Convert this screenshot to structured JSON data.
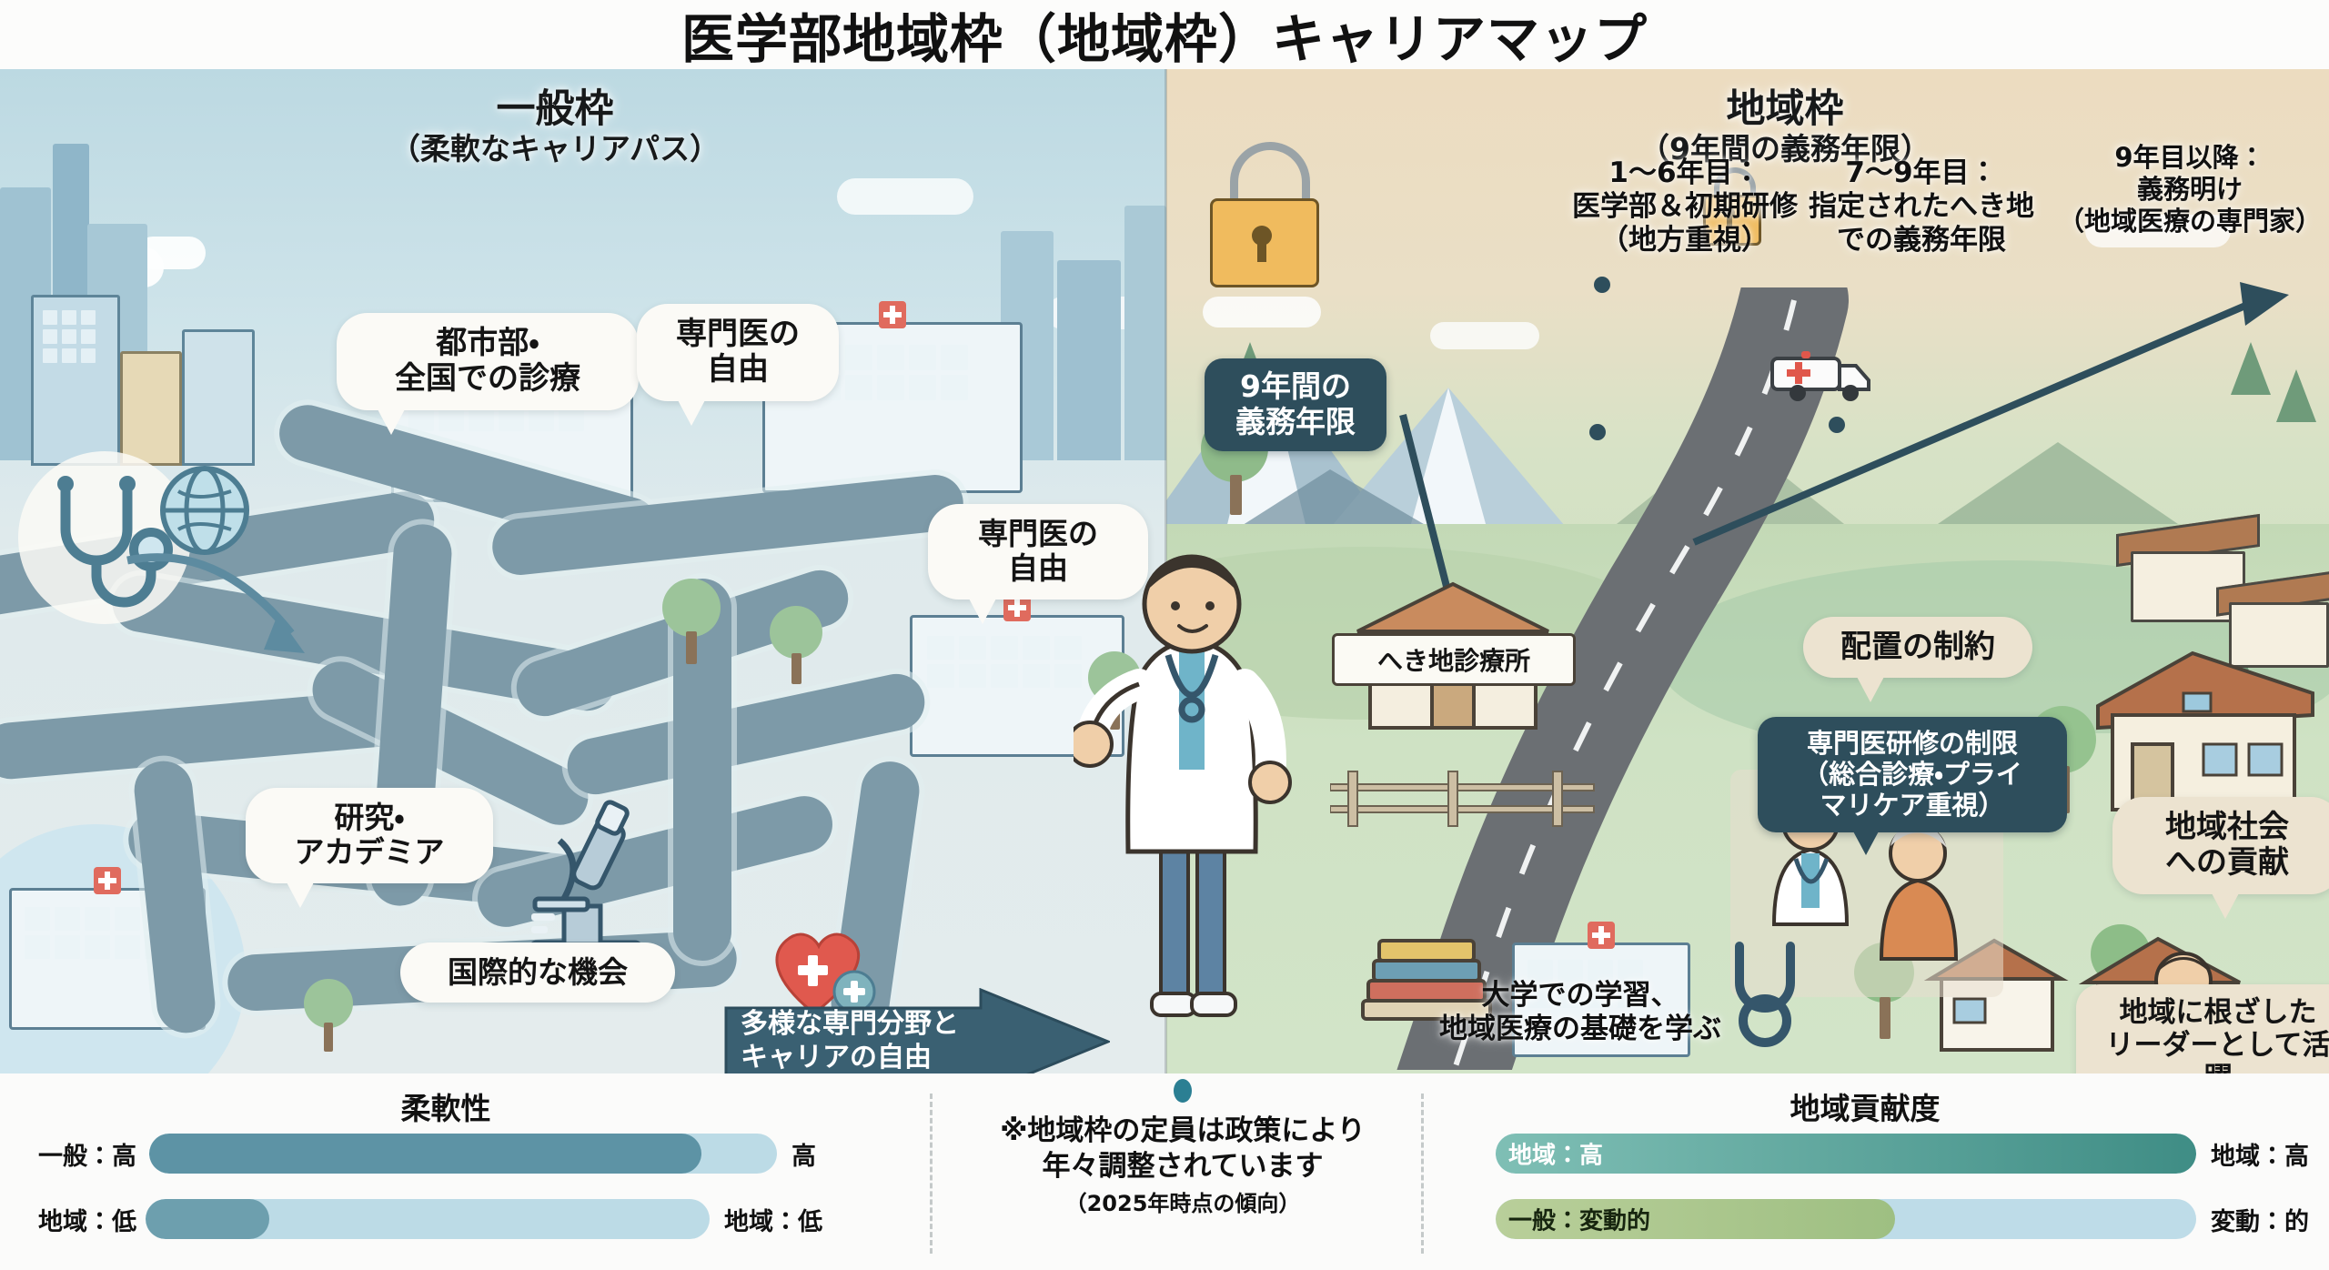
{
  "title": "医学部地域枠（地域枠）キャリアマップ",
  "left": {
    "heading_main": "一般枠",
    "heading_sub": "（柔軟なキャリアパス）",
    "bubbles": [
      {
        "name": "urban-practice",
        "text_line1": "都市部・",
        "text_line2": "全国での診療"
      },
      {
        "name": "specialist-freedom-top",
        "text_line1": "専門医の",
        "text_line2": "自由"
      },
      {
        "name": "specialist-freedom-mid",
        "text_line1": "専門医の",
        "text_line2": "自由"
      },
      {
        "name": "research-academia",
        "text_line1": "研究・",
        "text_line2": "アカデミア"
      },
      {
        "name": "international-opportunity",
        "text_line1": "国際的な機会",
        "text_line2": ""
      }
    ],
    "arrow_banner_line1": "多様な専門分野と",
    "arrow_banner_line2": "キャリアの自由"
  },
  "right": {
    "heading_main": "地域枠",
    "heading_sub": "（9年間の義務年限）",
    "timeline": [
      {
        "name": "years-1-6",
        "line1": "1〜6年目：",
        "line2": "医学部＆初期研修",
        "line3": "（地方重視）"
      },
      {
        "name": "years-7-9",
        "line1": "7〜9年目：",
        "line2": "指定されたへき地",
        "line3": "での義務年限"
      },
      {
        "name": "years-9-plus",
        "line1": "9年目以降：",
        "line2": "義務明け",
        "line3": "（地域医療の専門家）"
      }
    ],
    "badge_obligation_line1": "9年間の",
    "badge_obligation_line2": "義務年限",
    "badge_specialist_line1": "専門医研修の制限",
    "badge_specialist_line2": "（総合診療・プライ",
    "badge_specialist_line3": "マリケア重視）",
    "bubble_placement": "配置の制約",
    "bubble_contribution_line1": "地域社会",
    "bubble_contribution_line2": "への貢献",
    "clinic_sign": "へき地診療所",
    "caption_study_line1": "大学での学習、",
    "caption_study_line2": "地域医療の基礎を学ぶ",
    "caption_leader_line1": "地域に根ざした",
    "caption_leader_line2": "リーダーとして活躍"
  },
  "bottom": {
    "left_chart_title": "柔軟性",
    "right_chart_title": "地域貢献度",
    "note_line1": "※地域枠の定員は政策により",
    "note_line2": "年々調整されています",
    "note_line3": "（2025年時点の傾向）"
  },
  "chart_data": [
    {
      "type": "bar",
      "title": "柔軟性",
      "orientation": "horizontal",
      "categories": [
        "一般：高",
        "地域：低"
      ],
      "values": [
        88,
        22
      ],
      "value_unit": "percent",
      "xlim": [
        0,
        100
      ],
      "grid": false,
      "left_labels": [
        "一般：高",
        "地域：低"
      ],
      "right_labels": [
        "高",
        "地域：低"
      ],
      "colors": [
        "#5d93a5",
        "#6d9fae"
      ],
      "track_color": "#bcdbe6"
    },
    {
      "type": "bar",
      "title": "地域貢献度",
      "orientation": "horizontal",
      "categories": [
        "地域：高",
        "一般：変動的"
      ],
      "values": [
        100,
        57
      ],
      "value_unit": "percent",
      "xlim": [
        0,
        100
      ],
      "grid": false,
      "left_labels": [
        "地域：高",
        "一般：変動的"
      ],
      "right_labels": [
        "地域：高",
        "変動：的"
      ],
      "colors": [
        "#4f9a93",
        "#a8c48a"
      ],
      "track_color": "#bedce8"
    }
  ],
  "colors": {
    "left_sky": "#bcd9e2",
    "right_sky": "#ecdcc0",
    "road": "#7d9aa8",
    "dark_badge": "#2e4e5c",
    "beige_bubble": "#ece3d0",
    "hospital_cross": "#e06b5e",
    "lock_gold": "#f0bb5e"
  },
  "icons": {
    "stethoscope": "stethoscope-icon",
    "globe": "globe-icon",
    "microscope": "microscope-icon",
    "heart_plus": "heart-plus-icon",
    "lock_large": "lock-icon",
    "lock_small": "lock-icon",
    "ambulance": "ambulance-icon",
    "books": "books-icon"
  }
}
